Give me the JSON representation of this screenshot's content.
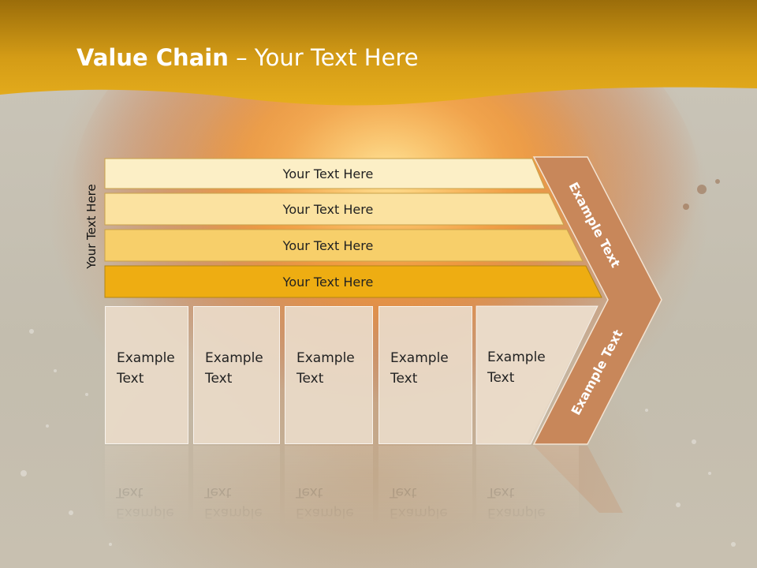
{
  "slide": {
    "title_bold": "Value Chain",
    "title_rest": " – Your Text Here",
    "side_label": "Your Text Here",
    "bars": [
      {
        "label": "Your Text Here",
        "color": "#fcefc6"
      },
      {
        "label": "Your Text Here",
        "color": "#fbe2a0"
      },
      {
        "label": "Your Text Here",
        "color": "#f7cf6a"
      },
      {
        "label": "Your Text Here",
        "color": "#eead12"
      }
    ],
    "boxes": [
      {
        "text": "Example\nText"
      },
      {
        "text": "Example\nText"
      },
      {
        "text": "Example\nText"
      },
      {
        "text": "Example\nText"
      },
      {
        "text": "Example\nText"
      }
    ],
    "chevron": {
      "upper_label": "Example Text",
      "lower_label": "Example Text",
      "color": "#c8875a"
    },
    "colors": {
      "header": "#d9a21a",
      "header_dark": "#9b6d0a"
    }
  }
}
